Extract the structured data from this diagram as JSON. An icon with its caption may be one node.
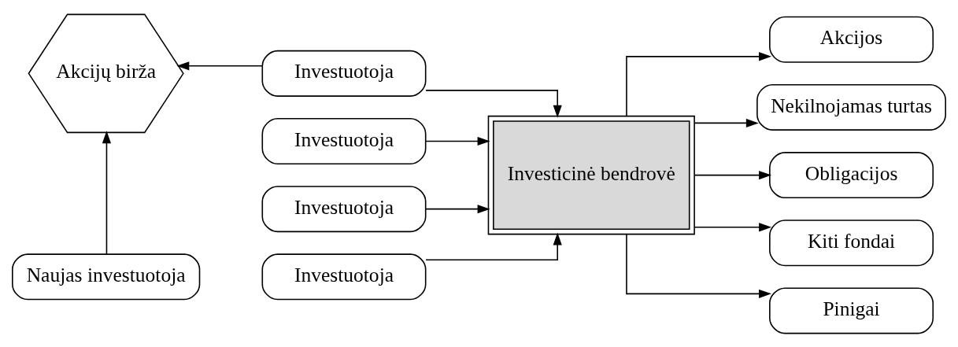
{
  "diagram": {
    "nodes": [
      {
        "text": [
          "Akcijų birža"
        ]
      },
      {
        "text": [
          "Investuotoja"
        ]
      },
      {
        "text": [
          "Investuotoja"
        ]
      },
      {
        "text": [
          "Investuotoja"
        ]
      },
      {
        "text": [
          "Investuotoja"
        ]
      },
      {
        "text": [
          "Naujas investuotoja"
        ]
      },
      {
        "text": [
          "Investicinė bendrovė"
        ]
      },
      {
        "text": [
          "Akcijos"
        ]
      },
      {
        "text": [
          "Nekilnojamas turtas"
        ]
      },
      {
        "text": [
          "Obligacijos"
        ]
      },
      {
        "text": [
          "Kiti fondai"
        ]
      },
      {
        "text": [
          "Pinigai"
        ]
      }
    ],
    "edges": [
      {
        "from": 1,
        "to": 6,
        "arrow": "to"
      },
      {
        "from": 2,
        "to": 6,
        "arrow": "to"
      },
      {
        "from": 3,
        "to": 6,
        "arrow": "to"
      },
      {
        "from": 4,
        "to": 6,
        "arrow": "to"
      },
      {
        "from": 2,
        "to": 0,
        "arrow": "to"
      },
      {
        "from": 5,
        "to": 0,
        "arrow": "to"
      },
      {
        "from": 6,
        "to": 7,
        "arrow": "to"
      },
      {
        "from": 6,
        "to": 8,
        "arrow": "to"
      },
      {
        "from": 6,
        "to": 9,
        "arrow": "to"
      },
      {
        "from": 6,
        "to": 10,
        "arrow": "to"
      },
      {
        "from": 6,
        "to": 11,
        "arrow": "to"
      }
    ]
  }
}
